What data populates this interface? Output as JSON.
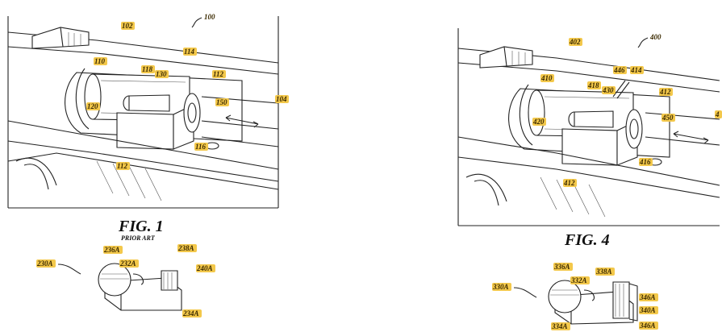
{
  "figures": {
    "fig1": {
      "caption": "FIG. 1",
      "subcaption": "PRIOR ART",
      "labels": {
        "l100": "100",
        "l102": "102",
        "l110": "110",
        "l118": "118",
        "l130": "130",
        "l114": "114",
        "l112a": "112",
        "l150": "150",
        "l120": "120",
        "l104": "104",
        "l116": "116",
        "l112b": "112"
      }
    },
    "fig2": {
      "labels": {
        "l230A": "230A",
        "l236A": "236A",
        "l232A": "232A",
        "l238A": "238A",
        "l240A": "240A",
        "l234A": "234A"
      }
    },
    "fig4": {
      "caption": "FIG. 4",
      "labels": {
        "l400": "400",
        "l402": "402",
        "l410": "410",
        "l418": "418",
        "l430": "430",
        "l446": "446",
        "l414": "414",
        "l412a": "412",
        "l450": "450",
        "l420": "420",
        "l416": "416",
        "l412b": "412",
        "l4edge": "4"
      }
    },
    "fig3": {
      "labels": {
        "l330A": "330A",
        "l336A": "336A",
        "l332A": "332A",
        "l338A": "338A",
        "l346Aa": "346A",
        "l340A": "340A",
        "l346Ab": "346A",
        "l334A": "334A"
      }
    }
  },
  "colors": {
    "label_fill": "#f3c84b",
    "ink": "#222222",
    "background": "#ffffff"
  }
}
